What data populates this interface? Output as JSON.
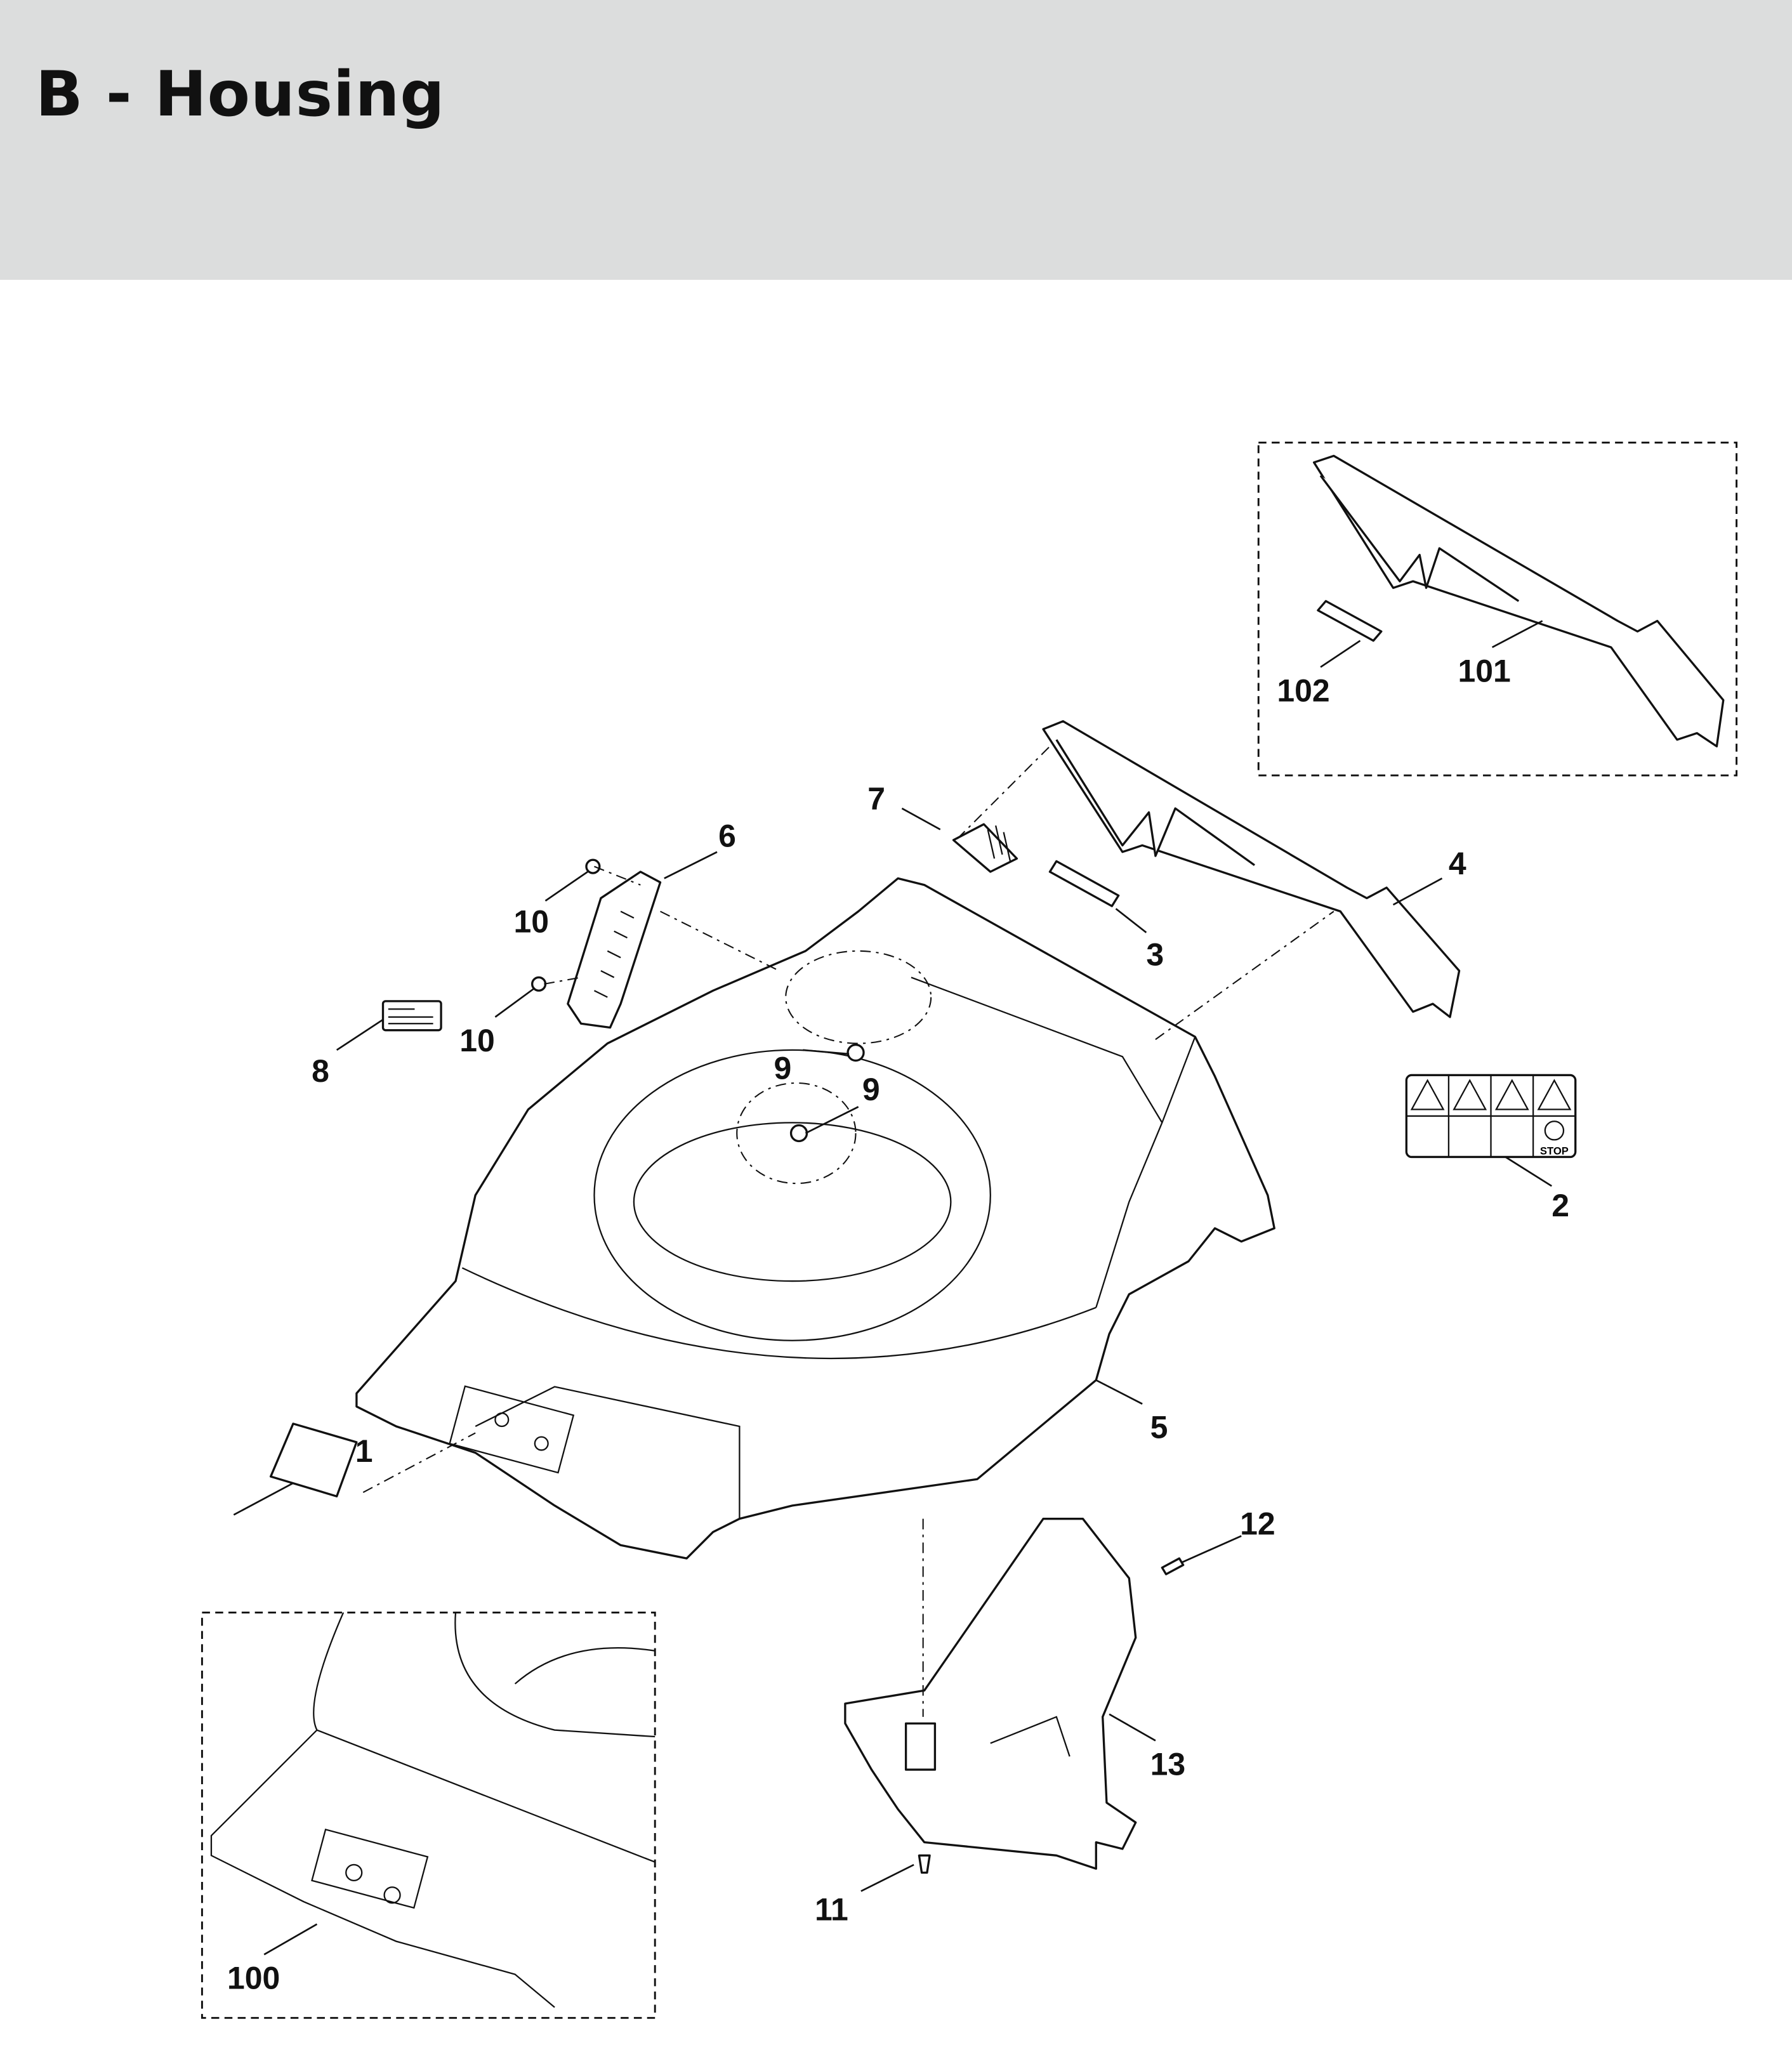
{
  "header": {
    "title": "B - Housing"
  },
  "callouts": {
    "c1": "1",
    "c2": "2",
    "c3": "3",
    "c4": "4",
    "c5": "5",
    "c6": "6",
    "c7": "7",
    "c8": "8",
    "c9a": "9",
    "c9b": "9",
    "c10a": "10",
    "c10b": "10",
    "c11": "11",
    "c12": "12",
    "c13": "13",
    "c100": "100",
    "c101": "101",
    "c102": "102"
  },
  "decal": {
    "stop_text": "STOP"
  },
  "colors": {
    "header_bg": "#dcdddd",
    "line": "#111111"
  }
}
